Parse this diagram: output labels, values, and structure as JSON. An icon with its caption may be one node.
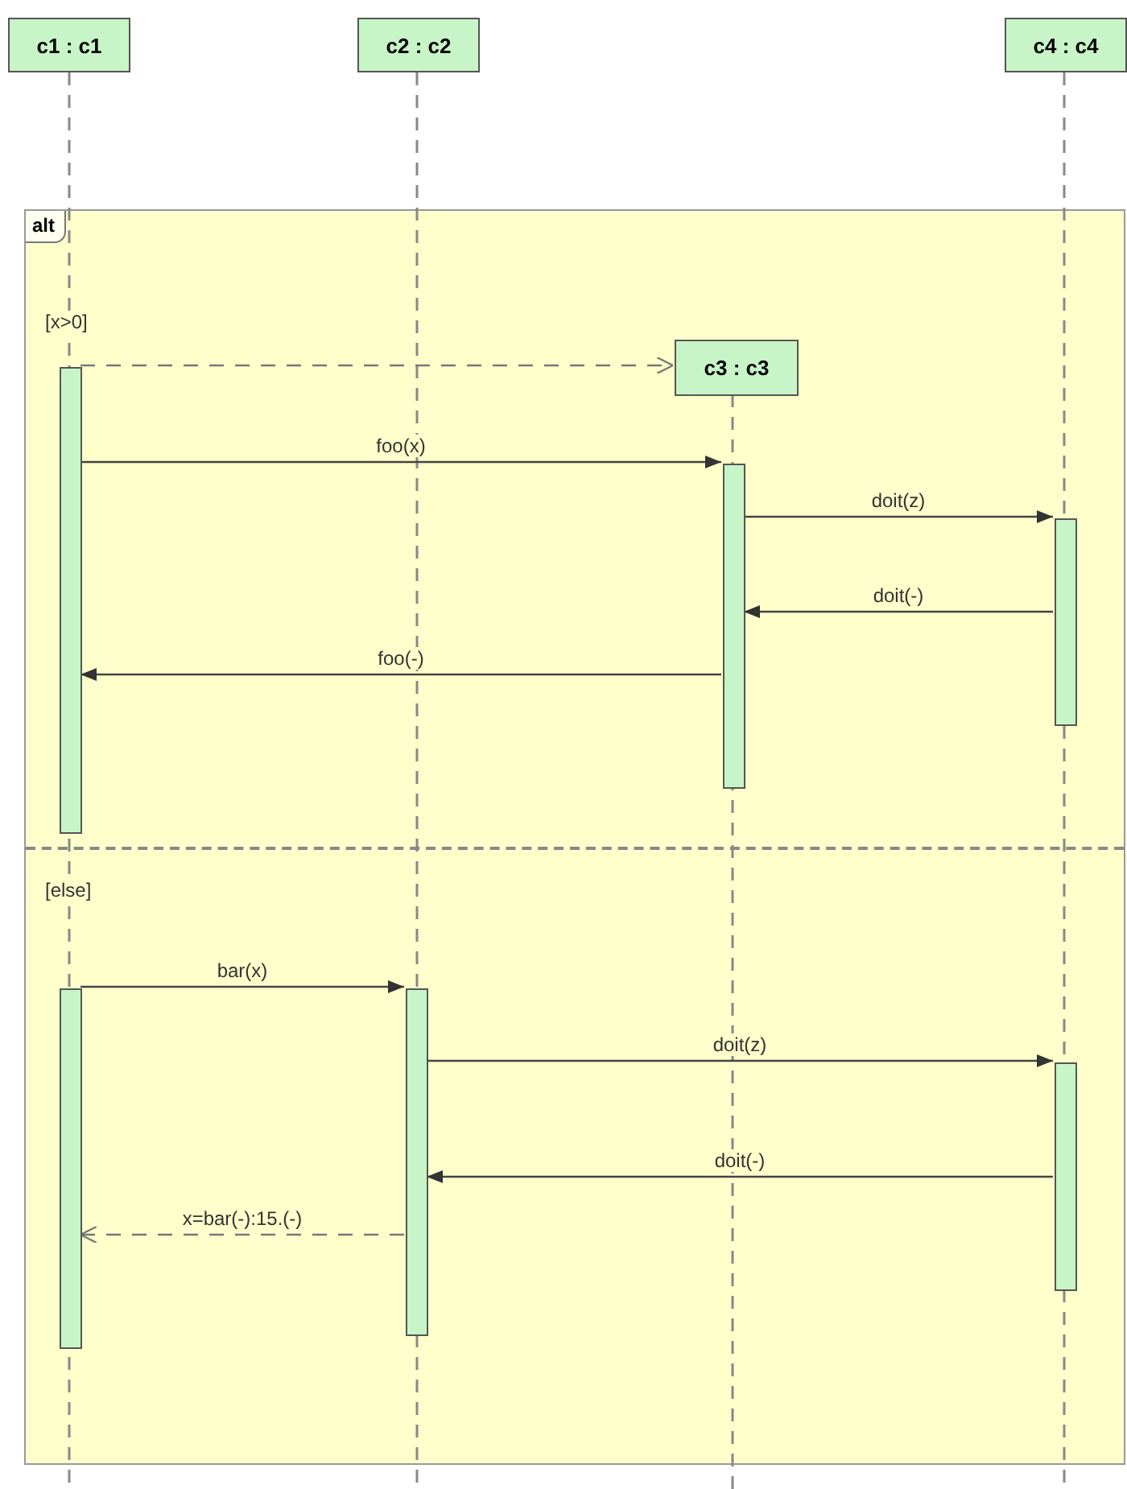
{
  "diagram": {
    "nodes": [
      {
        "text": [
          "c1 : c1"
        ]
      },
      {
        "text": [
          "c2 : c2"
        ]
      },
      {
        "text": [
          "c4 : c4"
        ]
      },
      {
        "text": [
          "alt",
          "[x>0]",
          "[else]"
        ]
      },
      {
        "text": [
          "c3 : c3"
        ],
        "in": 3
      },
      {
        "text": [],
        "shape": "bar",
        "in": 3
      },
      {
        "text": [],
        "shape": "bar",
        "in": 3
      },
      {
        "text": [],
        "shape": "bar",
        "in": 3
      },
      {
        "text": [],
        "shape": "bar",
        "in": 3
      },
      {
        "text": [],
        "shape": "bar",
        "in": 3
      },
      {
        "text": [],
        "shape": "bar",
        "in": 3
      }
    ],
    "edges": [
      {
        "from": 5,
        "to": 4,
        "arrow": "to",
        "style": "dashed"
      },
      {
        "from": 5,
        "to": 6,
        "arrow": "to",
        "label": "foo(x)"
      },
      {
        "from": 6,
        "to": 7,
        "arrow": "to",
        "label": "doit(z)"
      },
      {
        "from": 7,
        "to": 6,
        "arrow": "to",
        "label": "doit(-)"
      },
      {
        "from": 6,
        "to": 5,
        "arrow": "to",
        "label": "foo(-)"
      },
      {
        "from": 8,
        "to": 9,
        "arrow": "to",
        "label": "bar(x)"
      },
      {
        "from": 9,
        "to": 10,
        "arrow": "to",
        "label": "doit(z)"
      },
      {
        "from": 10,
        "to": 9,
        "arrow": "to",
        "label": "doit(-)"
      },
      {
        "from": 9,
        "to": 8,
        "arrow": "to",
        "label": "x=bar(-):15.(-)",
        "style": "dashed"
      }
    ]
  }
}
